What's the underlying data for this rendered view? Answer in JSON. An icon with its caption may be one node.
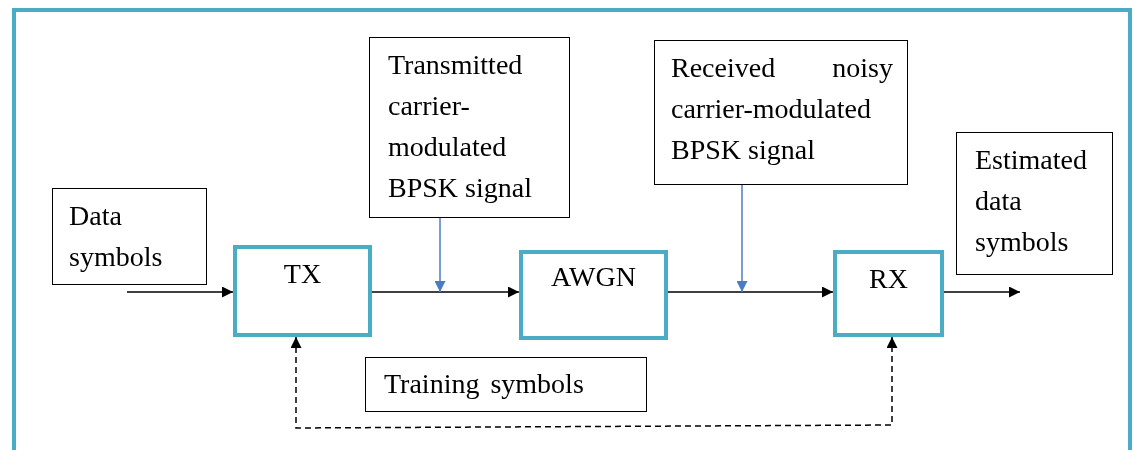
{
  "diagram": {
    "nodes": [
      {
        "text": [
          "Data symbols"
        ]
      },
      {
        "text": [
          "TX"
        ]
      },
      {
        "text": [
          "Transmitted carrier-modulated BPSK signal"
        ]
      },
      {
        "text": [
          "AWGN"
        ]
      },
      {
        "text": [
          "Received noisy carrier-modulated BPSK signal"
        ]
      },
      {
        "text": [
          "RX"
        ]
      },
      {
        "text": [
          "Estimated data symbols"
        ]
      },
      {
        "text": [
          "Training symbols"
        ]
      }
    ],
    "edges": [
      {
        "from": 0,
        "to": 1,
        "arrow": "to"
      },
      {
        "from": 1,
        "to": 3,
        "arrow": "to"
      },
      {
        "from": 2,
        "to": null,
        "arrow": "to",
        "color": "#4a7cc4"
      },
      {
        "from": 3,
        "to": 5,
        "arrow": "to"
      },
      {
        "from": 4,
        "to": null,
        "arrow": "to",
        "color": "#4a7cc4"
      },
      {
        "from": 5,
        "to": 6,
        "arrow": "to"
      },
      {
        "from": 1,
        "to": 5,
        "arrow": "both",
        "style": "dashed"
      }
    ]
  }
}
